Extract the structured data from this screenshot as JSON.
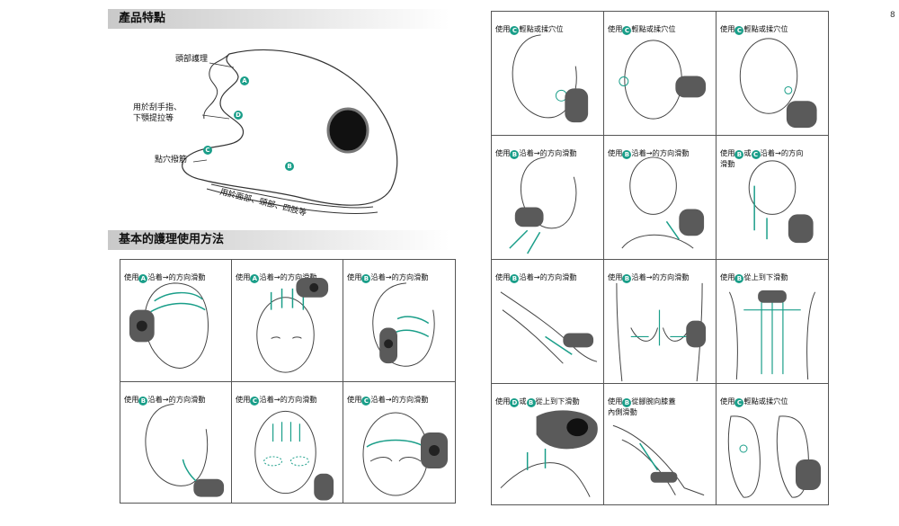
{
  "features": {
    "title": "產品特點",
    "labels": {
      "A": "頭部護理",
      "D": "用於刮手指、\n下顎提拉等",
      "C": "點穴撥筋",
      "B": "用於面部、頸部、四肢等"
    },
    "badges": [
      "A",
      "D",
      "C",
      "B"
    ]
  },
  "methods": {
    "title": "基本的護理使用方法",
    "cells": [
      {
        "pre": "使用",
        "badge": "A",
        "post": "沿着→的方向滑動"
      },
      {
        "pre": "使用",
        "badge": "A",
        "post": "沿着→的方向滑動"
      },
      {
        "pre": "使用",
        "badge": "B",
        "post": "沿着→的方向滑動"
      },
      {
        "pre": "使用",
        "badge": "B",
        "post": "沿着→的方向滑動"
      },
      {
        "pre": "使用",
        "badge": "C",
        "post": "沿着→的方向滑動"
      },
      {
        "pre": "使用",
        "badge": "C",
        "post": "沿着→的方向滑動"
      }
    ]
  },
  "right_grid": {
    "cells": [
      {
        "pre": "使用",
        "badge": "C",
        "post": "輕點或揉穴位"
      },
      {
        "pre": "使用",
        "badge": "C",
        "post": "輕點或揉穴位"
      },
      {
        "pre": "使用",
        "badge": "C",
        "post": "輕點或揉穴位"
      },
      {
        "pre": "使用",
        "badge": "B",
        "post": "沿着→的方向滑動"
      },
      {
        "pre": "使用",
        "badge": "B",
        "post": "沿着→的方向滑動"
      },
      {
        "pre": "使用",
        "badge": "B",
        "mid": "或",
        "badge2": "C",
        "post": "沿着→的方向\n滑動"
      },
      {
        "pre": "使用",
        "badge": "B",
        "post": "沿着→的方向滑動"
      },
      {
        "pre": "使用",
        "badge": "B",
        "post": "沿着→的方向滑動"
      },
      {
        "pre": "使用",
        "badge": "B",
        "post": "從上到下滑動"
      },
      {
        "pre": "使用",
        "badge": "D",
        "mid": "或",
        "badge2": "B",
        "post": "從上到下滑動"
      },
      {
        "pre": "使用",
        "badge": "B",
        "post": "從腳腕向膝蓋\n內側滑動"
      },
      {
        "pre": "使用",
        "badge": "C",
        "post": "輕點或揉穴位"
      }
    ]
  },
  "corner_mark": "8",
  "colors": {
    "accent": "#1a9e89",
    "line": "#555555",
    "device": "#5a5a5a"
  }
}
